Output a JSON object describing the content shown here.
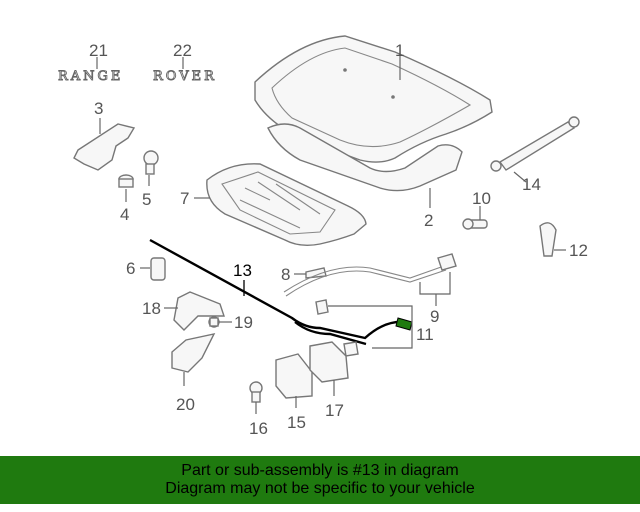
{
  "callouts": {
    "c1": "1",
    "c2": "2",
    "c3": "3",
    "c4": "4",
    "c5": "5",
    "c6": "6",
    "c7": "7",
    "c8": "8",
    "c9": "9",
    "c10": "10",
    "c11": "11",
    "c12": "12",
    "c13": "13",
    "c14": "14",
    "c15": "15",
    "c16": "16",
    "c17": "17",
    "c18": "18",
    "c19": "19",
    "c20": "20",
    "c21": "21",
    "c22": "22"
  },
  "badges": {
    "left": "RANGE",
    "right": "ROVER"
  },
  "banner": {
    "line1": "Part or sub-assembly is #13 in diagram",
    "line2": "Diagram may not be specific to your vehicle"
  },
  "colors": {
    "banner_background": "#1f7a0f",
    "highlight": "#000000",
    "parts": "#777777"
  }
}
